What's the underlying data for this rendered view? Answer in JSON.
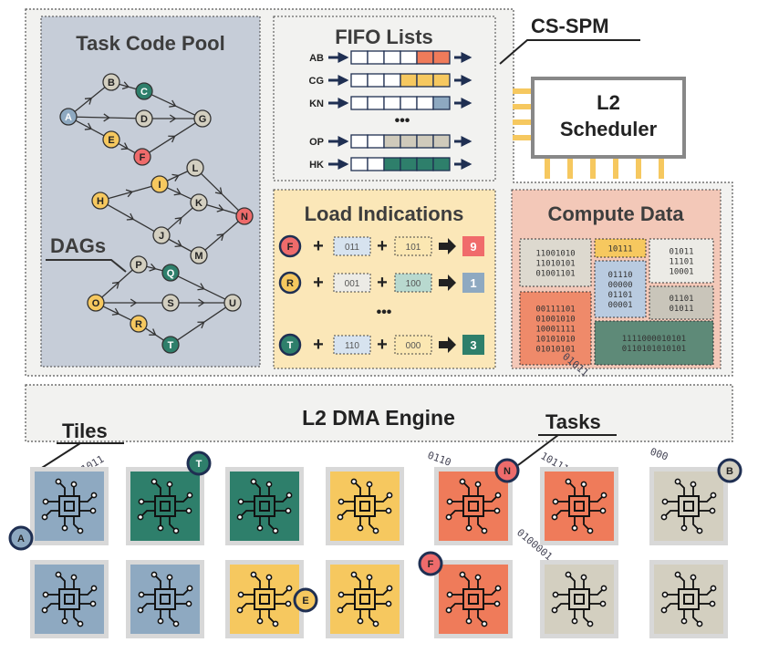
{
  "title": "CS-SPM",
  "scheduler": {
    "line1": "L2",
    "line2": "Scheduler"
  },
  "task_pool": {
    "title": "Task Code Pool",
    "dags_label": "DAGs",
    "nodes": {
      "A": {
        "color": "#8ea9c1"
      },
      "B": {
        "color": "#d3cfc0"
      },
      "C": {
        "color": "#2e7f6b"
      },
      "D": {
        "color": "#d3cfc0"
      },
      "E": {
        "color": "#f6c85f"
      },
      "F": {
        "color": "#ee6b6b"
      },
      "G": {
        "color": "#d3cfc0"
      },
      "H": {
        "color": "#f6c85f"
      },
      "I": {
        "color": "#f6c85f"
      },
      "J": {
        "color": "#d3cfc0"
      },
      "K": {
        "color": "#d3cfc0"
      },
      "L": {
        "color": "#d3cfc0"
      },
      "M": {
        "color": "#d3cfc0"
      },
      "N": {
        "color": "#ee6b6b"
      },
      "O": {
        "color": "#f6c85f"
      },
      "P": {
        "color": "#d3cfc0"
      },
      "Q": {
        "color": "#2e7f6b"
      },
      "R": {
        "color": "#f6c85f"
      },
      "S": {
        "color": "#d3cfc0"
      },
      "T": {
        "color": "#2e7f6b"
      },
      "U": {
        "color": "#d3cfc0"
      }
    }
  },
  "fifo": {
    "title": "FIFO Lists",
    "ellipsis": "•••",
    "rows": [
      {
        "label": "AB",
        "cells": [
          "",
          "",
          "",
          "",
          "#ef7b5a",
          "#ef7b5a"
        ]
      },
      {
        "label": "CG",
        "cells": [
          "",
          "",
          "",
          "#f6c85f",
          "#f6c85f",
          "#f6c85f"
        ]
      },
      {
        "label": "KN",
        "cells": [
          "",
          "",
          "",
          "",
          "",
          "#8ea9c1"
        ]
      },
      {
        "label": "OP",
        "cells": [
          "",
          "",
          "#cfcabb",
          "#cfcabb",
          "#cfcabb",
          "#cfcabb"
        ]
      },
      {
        "label": "HK",
        "cells": [
          "",
          "",
          "#2e7f6b",
          "#2e7f6b",
          "#2e7f6b",
          "#2e7f6b"
        ]
      }
    ]
  },
  "load": {
    "title": "Load Indications",
    "ellipsis": "•••",
    "rows": [
      {
        "task": "F",
        "task_color": "#ee6b6b",
        "a": "011",
        "a_color": "#d7e3ef",
        "b": "101",
        "b_color": "#fbe7b2",
        "result": "9",
        "result_color": "#f06b6b"
      },
      {
        "task": "R",
        "task_color": "#f6c85f",
        "a": "001",
        "a_color": "#ecebe6",
        "b": "100",
        "b_color": "#b8d9cf",
        "result": "1",
        "result_color": "#8ea9c1"
      },
      {
        "task": "T",
        "task_color": "#2e7f6b",
        "a": "110",
        "a_color": "#d7e3ef",
        "b": "000",
        "b_color": "#fbe7b2",
        "result": "3",
        "result_color": "#2e7f6b"
      }
    ]
  },
  "compute": {
    "title": "Compute Data",
    "blocks": [
      {
        "lines": [
          "11001010",
          "11010101",
          "01001101"
        ],
        "color": "#ddd9cf"
      },
      {
        "lines": [
          "10111"
        ],
        "color": "#f6c85f"
      },
      {
        "lines": [
          "01011",
          "11101",
          "10001"
        ],
        "color": "#ecebe6"
      },
      {
        "lines": [
          "01110",
          "00000",
          "01101",
          "00001"
        ],
        "color": "#b9cbe0"
      },
      {
        "lines": [
          "00111101",
          "01001010",
          "10001111",
          "10101010",
          "01010101"
        ],
        "color": "#ef8a6a"
      },
      {
        "lines": [
          "01101",
          "01011"
        ],
        "color": "#c9c5ba"
      },
      {
        "lines": [
          "1111000010101",
          "0110101010101"
        ],
        "color": "#5e8a78"
      }
    ]
  },
  "dma": {
    "label": "L2 DMA Engine"
  },
  "tiles_label": "Tiles",
  "tasks_label": "Tasks",
  "floating_bits": [
    "01011",
    "0110",
    "10111",
    "000",
    "0100001",
    "01011"
  ],
  "tiles": [
    {
      "color": "#8ea9c1",
      "badge": "A",
      "badge_color": "#8ea9c1"
    },
    {
      "color": "#2e7f6b",
      "badge": "T",
      "badge_color": "#2e7f6b"
    },
    {
      "color": "#2e7f6b",
      "badge": "",
      "badge_color": ""
    },
    {
      "color": "#f6c85f",
      "badge": "",
      "badge_color": ""
    },
    {
      "color": "#ef7b5a",
      "badge": "N",
      "badge_color": "#ee6b6b"
    },
    {
      "color": "#ef7b5a",
      "badge": "",
      "badge_color": ""
    },
    {
      "color": "#d3cfc0",
      "badge": "B",
      "badge_color": "#d3cfc0"
    },
    {
      "color": "#8ea9c1",
      "badge": "",
      "badge_color": ""
    },
    {
      "color": "#8ea9c1",
      "badge": "",
      "badge_color": ""
    },
    {
      "color": "#f6c85f",
      "badge": "E",
      "badge_color": "#f6c85f"
    },
    {
      "color": "#f6c85f",
      "badge": "",
      "badge_color": ""
    },
    {
      "color": "#ef7b5a",
      "badge": "F",
      "badge_color": "#ee6b6b"
    },
    {
      "color": "#d3cfc0",
      "badge": "",
      "badge_color": ""
    },
    {
      "color": "#d3cfc0",
      "badge": "",
      "badge_color": ""
    }
  ],
  "colors": {
    "navy": "#1f2f52",
    "panel_bg": "#f2f2f0",
    "dag_bg": "#c6cdd8",
    "load_bg": "#fbe7b8",
    "compute_bg": "#f3c8b8"
  }
}
